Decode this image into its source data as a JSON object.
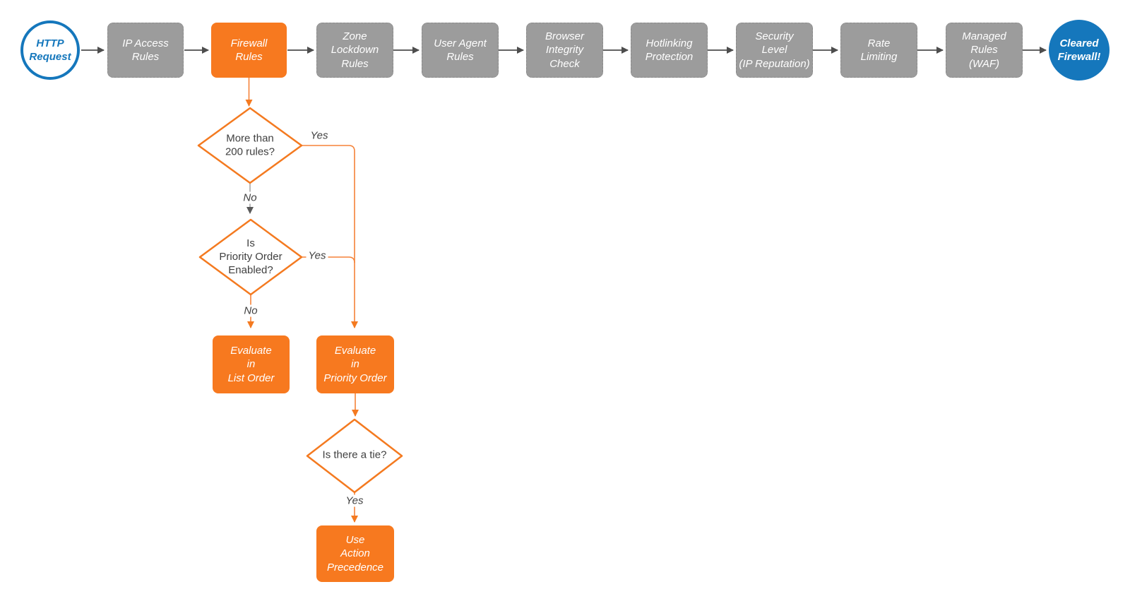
{
  "title": "HTTP request firewall evaluation flowchart",
  "colors": {
    "orange": "#F7791F",
    "orange_line": "#F58238",
    "blue": "#1577BC",
    "gray_box": "#9C9C9C",
    "dark_arrow": "#4D4D4D",
    "gray_line": "#9A9A9A",
    "gray_arrowhead": "#595959",
    "text_dark": "#3F3F3F",
    "white": "#FFFFFF"
  },
  "pipeline": {
    "start": {
      "label": "HTTP\nRequest"
    },
    "steps": [
      {
        "label": "IP Access\nRules"
      },
      {
        "label": "Firewall\nRules"
      },
      {
        "label": "Zone\nLockdown\nRules"
      },
      {
        "label": "User Agent\nRules"
      },
      {
        "label": "Browser\nIntegrity\nCheck"
      },
      {
        "label": "Hotlinking\nProtection"
      },
      {
        "label": "Security\nLevel\n(IP Reputation)"
      },
      {
        "label": "Rate\nLimiting"
      },
      {
        "label": "Managed\nRules\n(WAF)"
      }
    ],
    "end": {
      "label": "Cleared\nFirewall!"
    }
  },
  "subflow": {
    "decisions": [
      {
        "label": "More than\n200 rules?"
      },
      {
        "label": "Is\nPriority Order\nEnabled?"
      },
      {
        "label": "Is there a tie?"
      }
    ],
    "actions": [
      {
        "label": "Evaluate\nin\nList Order"
      },
      {
        "label": "Evaluate\nin\nPriority Order"
      },
      {
        "label": "Use\nAction\nPrecedence"
      }
    ],
    "edges": {
      "yes1": "Yes",
      "no1": "No",
      "yes2": "Yes",
      "no2": "No",
      "yes3": "Yes"
    }
  }
}
